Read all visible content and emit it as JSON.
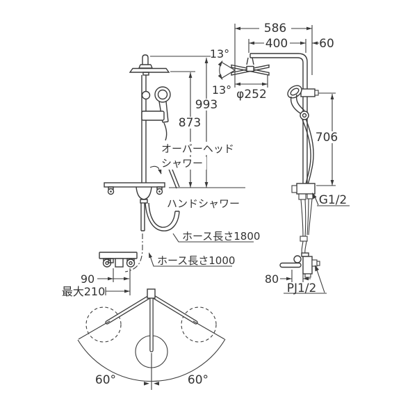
{
  "colors": {
    "line": "#3a3a3a",
    "background": "#ffffff"
  },
  "front_view": {
    "dim_height_total": "993",
    "dim_height_overhead": "873",
    "label_overhead_shower_line1": "オーバーヘッド",
    "label_overhead_shower_line2": "シャワー",
    "label_hand_shower": "ハンドシャワー",
    "label_hose_hand_shower": "ホース長さ1800",
    "label_hose_supply": "ホース長さ1000",
    "dim_faucet_pitch": "90",
    "dim_max_spout_reach": "最大210"
  },
  "side_view": {
    "dim_total_reach": "586",
    "dim_arm_reach": "400",
    "dim_wall_offset": "60",
    "angle_head_tilt_up": "13°",
    "angle_head_tilt_down": "13°",
    "dim_head_diameter": "φ252",
    "dim_slide_bar_height": "706",
    "label_top_connection": "G1/2",
    "dim_spout_depth": "80",
    "label_wall_connection": "PJ1/2"
  },
  "rotation_view": {
    "angle_left": "60°",
    "angle_right": "60°"
  }
}
